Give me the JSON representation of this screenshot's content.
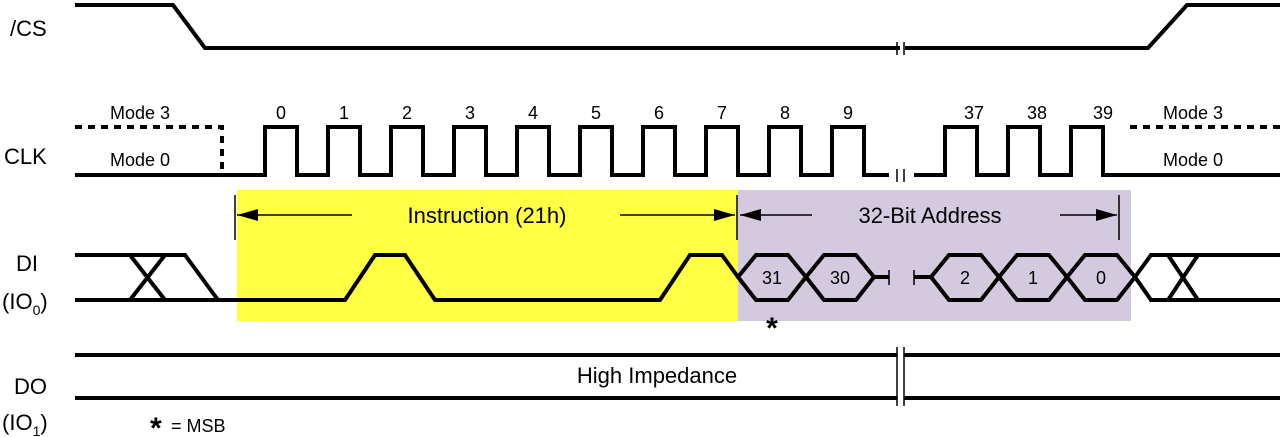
{
  "signals": {
    "cs": "/CS",
    "clk": "CLK",
    "di_name": "DI",
    "di_io": "(IO",
    "di_sub": "0",
    "di_close": ")",
    "do_name": "DO",
    "do_io": "(IO",
    "do_sub": "1",
    "do_close": ")"
  },
  "modes": {
    "mode3_left": "Mode 3",
    "mode0_left": "Mode 0",
    "mode3_right": "Mode 3",
    "mode0_right": "Mode 0"
  },
  "clock_numbers": [
    "0",
    "1",
    "2",
    "3",
    "4",
    "5",
    "6",
    "7",
    "8",
    "9",
    "37",
    "38",
    "39"
  ],
  "phases": {
    "instruction": "Instruction (21h)",
    "address": "32-Bit Address",
    "instruction_color": "#ffff44",
    "address_color": "#d4cadf"
  },
  "address_bits": [
    "31",
    "30",
    "2",
    "1",
    "0"
  ],
  "do_state": "High Impedance",
  "footnote": {
    "star": "*",
    "text": " = MSB"
  }
}
